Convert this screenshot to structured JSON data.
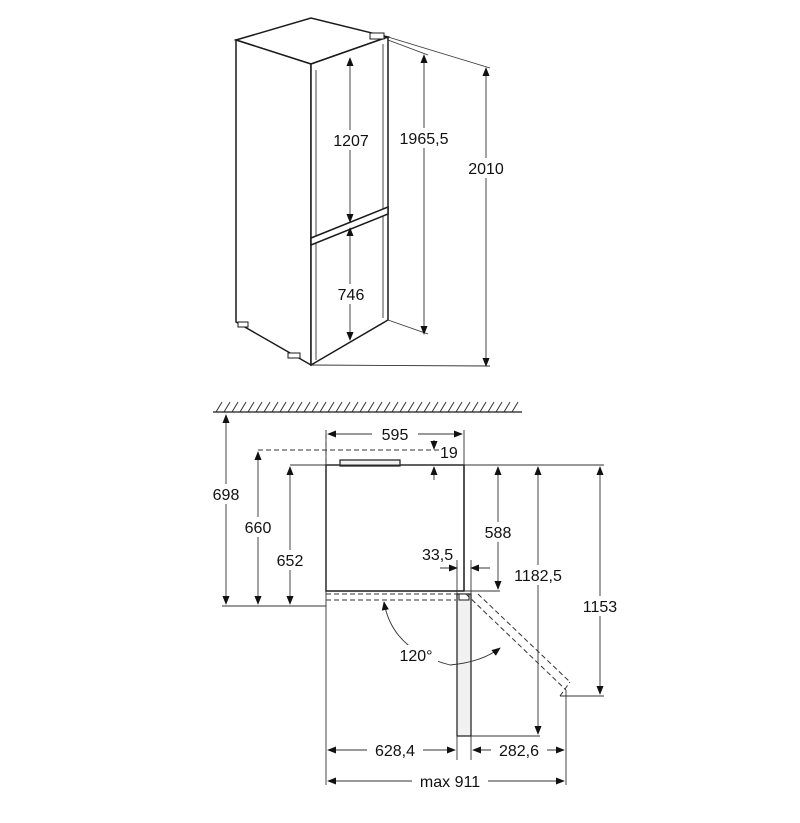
{
  "colors": {
    "line": "#1a1a1a",
    "background": "#ffffff"
  },
  "front_view": {
    "freezer_height": "1207",
    "fridge_height": "746",
    "body_height": "1965,5",
    "total_height": "2010"
  },
  "top_view": {
    "wall_clearance": "698",
    "depth_with_handle": "660",
    "cabinet_depth": "652",
    "width": "595",
    "rear_gap": "19",
    "door_depth": "588",
    "door_offset": "33,5",
    "open_depth": "1182,5",
    "open_depth_door": "1153",
    "door_angle": "120°",
    "span_left": "628,4",
    "span_right": "282,6",
    "max_width": "max 911"
  }
}
